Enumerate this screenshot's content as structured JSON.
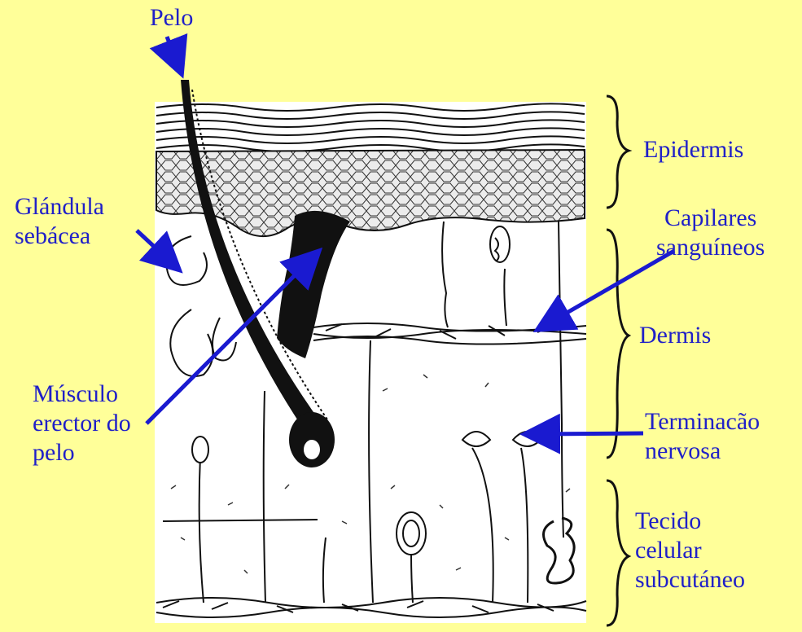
{
  "labels": {
    "pelo": "Pelo",
    "glandula": [
      "Glándula",
      "sebácea"
    ],
    "musculo": [
      "Músculo",
      "erector do",
      "pelo"
    ],
    "epidermis": "Epidermis",
    "capilares": [
      "Capilares",
      "sanguíneos"
    ],
    "dermis": "Dermis",
    "terminacao": [
      "Terminacão",
      "nervosa"
    ],
    "tecido": [
      "Tecido",
      "celular",
      "subcutáneo"
    ]
  },
  "colors": {
    "background": "#ffff99",
    "label_text": "#2020c8",
    "arrow": "#1a1ad0",
    "drawing": "#111111",
    "epidermis_fill": "#e8e8e8"
  }
}
